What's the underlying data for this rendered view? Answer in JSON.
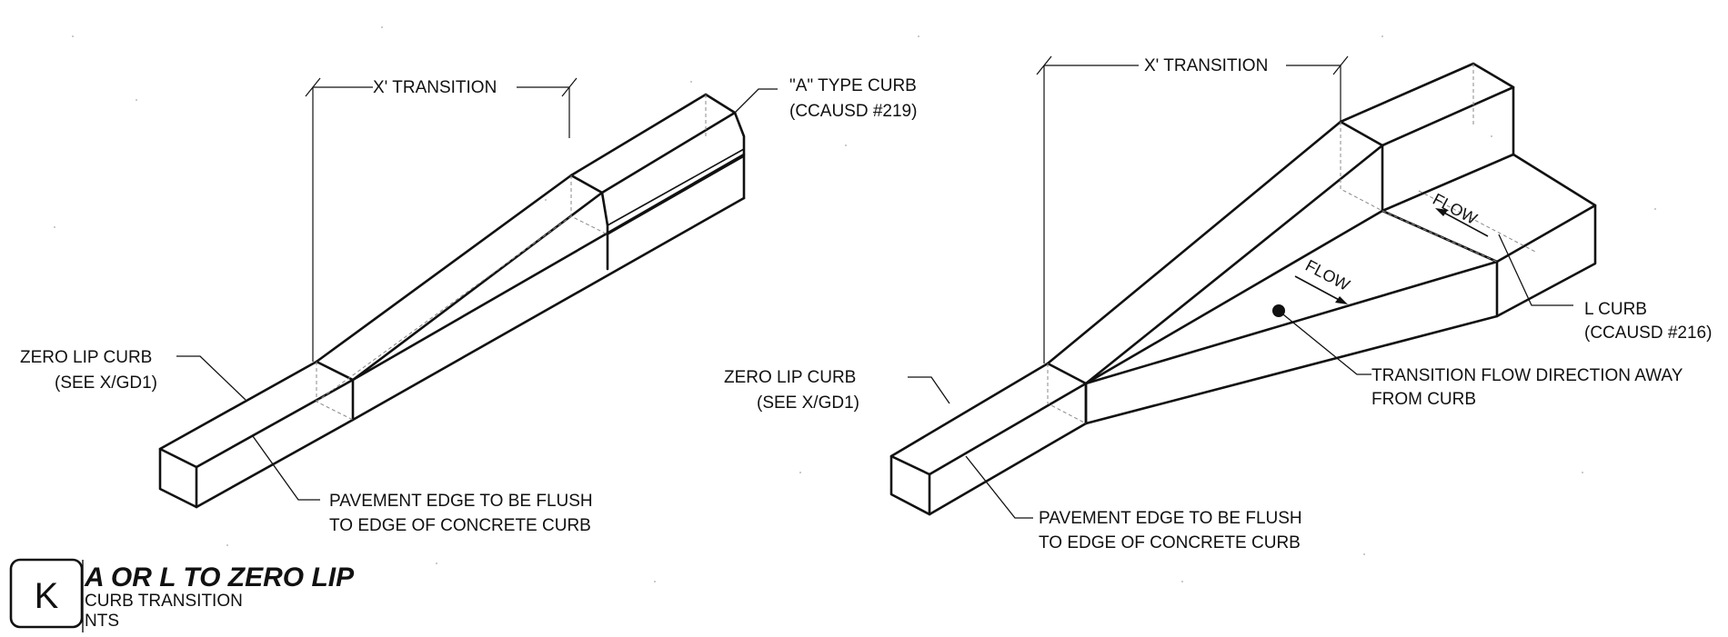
{
  "left_detail": {
    "dimension_label": "X' TRANSITION",
    "a_curb_line1": "\"A\" TYPE CURB",
    "a_curb_line2": "(CCAUSD #219)",
    "zero_lip_line1": "ZERO LIP CURB",
    "zero_lip_line2": "(SEE X/GD1)",
    "pavement_line1": "PAVEMENT EDGE TO BE FLUSH",
    "pavement_line2": "TO EDGE OF CONCRETE CURB"
  },
  "right_detail": {
    "dimension_label": "X' TRANSITION",
    "flow_label_1": "FLOW",
    "flow_label_2": "FLOW",
    "l_curb_line1": "L CURB",
    "l_curb_line2": "(CCAUSD #216)",
    "transition_line1": "TRANSITION FLOW DIRECTION AWAY",
    "transition_line2": "FROM CURB",
    "zero_lip_line1": "ZERO LIP CURB",
    "zero_lip_line2": "(SEE X/GD1)",
    "pavement_line1": "PAVEMENT EDGE TO BE FLUSH",
    "pavement_line2": "TO EDGE OF CONCRETE CURB"
  },
  "title_block": {
    "badge_letter": "K",
    "title": "A OR L TO ZERO LIP",
    "subtitle": "CURB TRANSITION",
    "scale": "NTS"
  }
}
